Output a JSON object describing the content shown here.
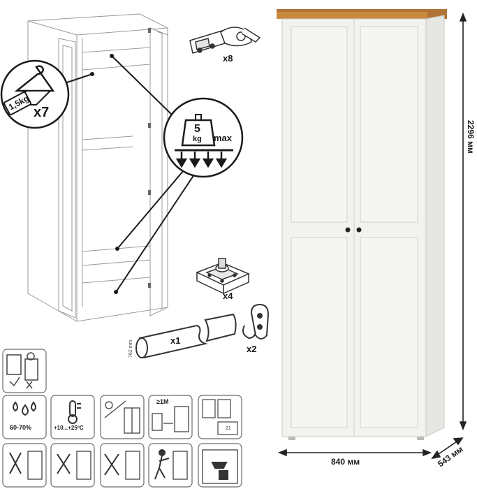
{
  "diagram": {
    "weights": {
      "hanger_load": "1,5kg",
      "hanger_count": "x7",
      "shelf_load": "5",
      "shelf_load_unit": "kg",
      "shelf_max": "max"
    },
    "hardware": [
      {
        "name": "hinge",
        "count": "x8"
      },
      {
        "name": "leveling-foot",
        "count": "x4"
      },
      {
        "name": "hanging-rail",
        "count": "x1",
        "length": "762 mm"
      },
      {
        "name": "rail-bracket",
        "count": "x2"
      }
    ],
    "dimensions": {
      "height": "2296 мм",
      "width": "840 мм",
      "depth": "543 мм"
    },
    "care_icons": {
      "humidity": "60-70%",
      "temperature": "+10...+25ºC",
      "distance": "≥1M",
      "count_label": "21"
    },
    "colors": {
      "body": "#f4f4f0",
      "top": "#c98a3e",
      "outline": "#9a9a9a",
      "lineart": "#8a8a8a",
      "icon_border": "#6a6a6a"
    }
  }
}
